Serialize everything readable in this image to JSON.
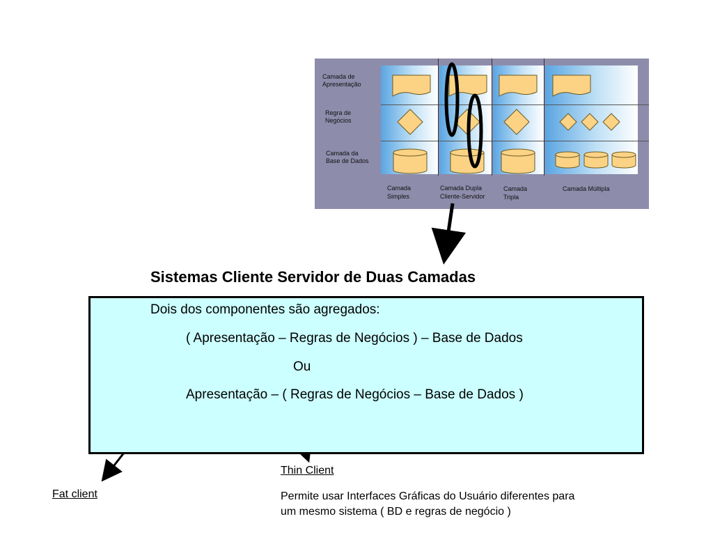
{
  "diagram": {
    "rows": [
      {
        "label_l1": "Camada  de",
        "label_l2": "Apresentação"
      },
      {
        "label_l1": "Regra  de",
        "label_l2": "Negócios"
      },
      {
        "label_l1": "Camada  da",
        "label_l2": "Base de Dados"
      }
    ],
    "columns": [
      {
        "label_l1": "Camada",
        "label_l2": "Simples"
      },
      {
        "label_l1": "Camada Dupla",
        "label_l2": "Cliente-Servidor"
      },
      {
        "label_l1": "Camada",
        "label_l2": "Tripla"
      },
      {
        "label_l1": "Camada Múltipla",
        "label_l2": ""
      }
    ],
    "colors": {
      "panel": "#8e8cab",
      "shape_fill": "#fcd385",
      "shape_stroke": "#6b5a20",
      "gradient_start": "#5aa5e2"
    }
  },
  "title": "Sistemas Cliente Servidor de Duas Camadas",
  "box": {
    "line1": "Dois dos componentes são agregados:",
    "line2": "( Apresentação – Regras de Negócios ) – Base de Dados",
    "line3": "Ou",
    "line4": "Apresentação – ( Regras de Negócios  – Base de Dados )",
    "background": "#ccffff"
  },
  "fat_client": "Fat client",
  "thin_client": {
    "label": "Thin Client",
    "desc_l1": "Permite usar Interfaces Gráficas do Usuário diferentes para",
    "desc_l2": "um mesmo sistema ( BD e regras de negócio )"
  }
}
